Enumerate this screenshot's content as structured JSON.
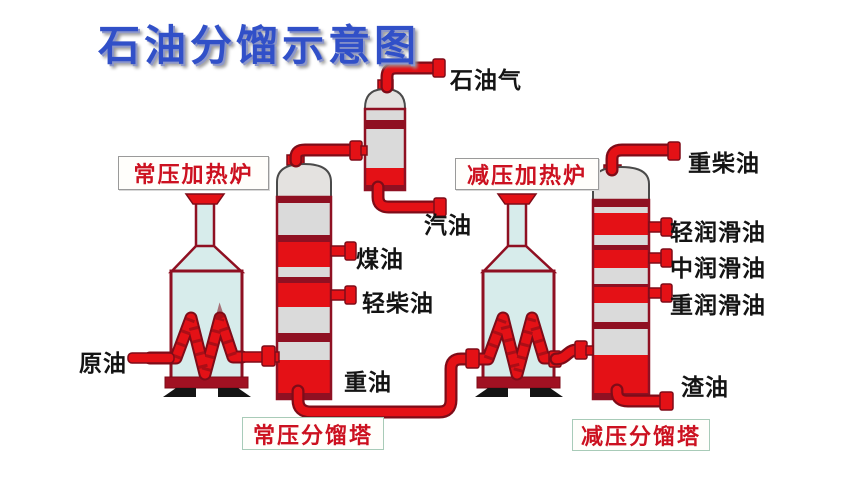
{
  "title": "石油分馏示意图",
  "colors": {
    "pipe_red": "#e41116",
    "pipe_dark": "#7e0c18",
    "maroon": "#8f1022",
    "furnace_fill": "#d7eceb",
    "tower_gray": "#dadada",
    "tower_gray_light": "#e4e2e0",
    "title_blue": "#3150c8",
    "label_black": "#141414",
    "boxed_label_red": "#cc1120",
    "box_border_gray": "#9a9a9a",
    "box_border_green": "#a8cbb8",
    "base_dark": "#a01122",
    "feet_black": "#151515"
  },
  "equipment": {
    "furnace_atm": "常压加热炉",
    "furnace_vac": "减压加热炉",
    "tower_atm": "常压分馏塔",
    "tower_vac": "减压分馏塔"
  },
  "streams": {
    "crude_oil": "原油",
    "petroleum_gas": "石油气",
    "gasoline": "汽油",
    "kerosene": "煤油",
    "light_diesel": "轻柴油",
    "heavy_oil": "重油",
    "heavy_diesel": "重柴油",
    "light_lube": "轻润滑油",
    "medium_lube": "中润滑油",
    "heavy_lube": "重润滑油",
    "residue": "渣油"
  }
}
